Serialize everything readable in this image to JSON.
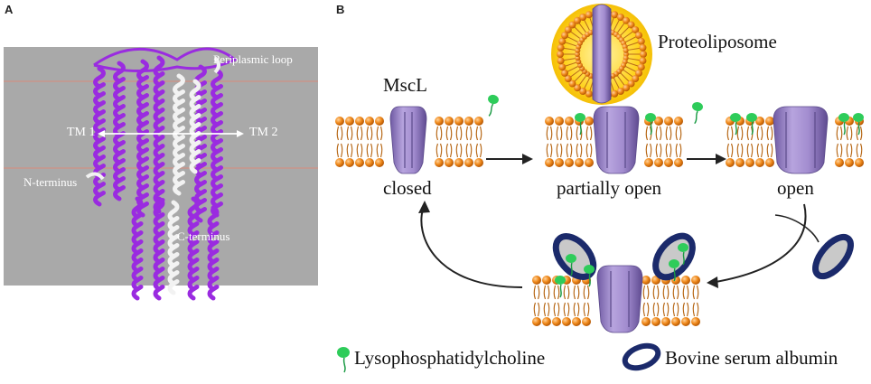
{
  "panel_a": {
    "letter": "A",
    "labels": {
      "periplasmic_loop": "Periplasmic loop",
      "tm1": "TM 1",
      "tm2": "TM 2",
      "n_terminus": "N-terminus",
      "c_terminus": "C-terminus"
    }
  },
  "panel_b": {
    "letter": "B",
    "labels": {
      "proteoliposome": "Proteoliposome",
      "mscl": "MscL",
      "closed": "closed",
      "partially_open": "partially open",
      "open": "open"
    },
    "legend": {
      "lysophosphatidylcholine": "Lysophosphatidylcholine",
      "bovine_serum_albumin": "Bovine serum albumin"
    }
  },
  "colors": {
    "lipid_head": "#f08a1c",
    "channel": "#9b86c6",
    "lpc": "#2ecc5a",
    "bsa": "#1b2a6b",
    "protein_purple": "#9a2be0",
    "panel_bg": "#a9a9a9"
  }
}
